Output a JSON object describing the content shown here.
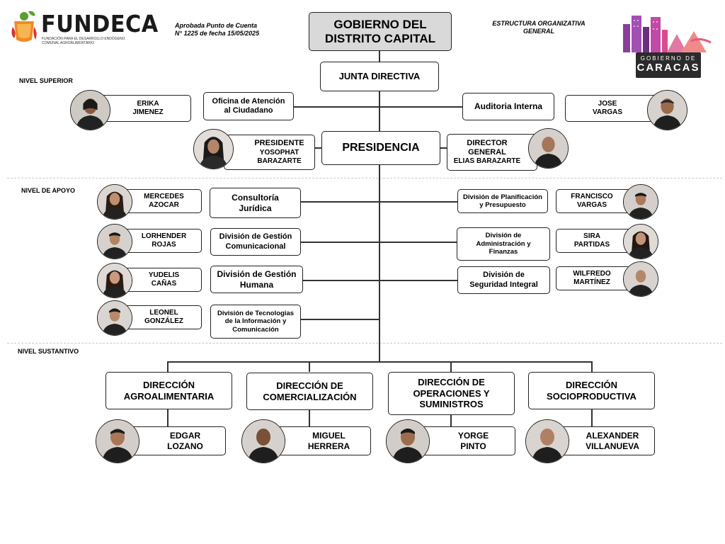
{
  "header": {
    "logo_text": "FUNDECA",
    "logo_subtitle": "FUNDACIÓN PARA EL DESARROLLO ENDÓGENO COMUNAL AGROALIMENTARIO",
    "approval_line1": "Aprobada Punto de Cuenta",
    "approval_line2": "N° 1225 de fecha 15/05/2025",
    "top_box_line1": "GOBIERNO DEL",
    "top_box_line2": "DISTRITO CAPITAL",
    "structure_line1": "ESTRUCTURA  ORGANIZATIVA",
    "structure_line2": "GENERAL",
    "right_logo_line1": "GOBIERNO DE",
    "right_logo_line2": "CARACAS"
  },
  "levels": {
    "superior": "NIVEL  SUPERIOR",
    "apoyo": "NIVEL DE APOYO",
    "sustantivo": "NIVEL SUSTANTIVO"
  },
  "units": {
    "junta": "JUNTA DIRECTIVA",
    "oac_1": "Oficina de Atención",
    "oac_2": "al Ciudadano",
    "auditoria": "Auditoria Interna",
    "presidencia": "PRESIDENCIA",
    "presidente_title": "PRESIDENTE",
    "presidente_1": "YOSOPHAT",
    "presidente_2": "BARAZARTE",
    "director_1": "DIRECTOR",
    "director_2": "GENERAL",
    "director_3": "ELIAS BARAZARTE",
    "consultoria_1": "Consultoría",
    "consultoria_2": "Jurídica",
    "comunicacional_1": "División de Gestión",
    "comunicacional_2": "Comunicacional",
    "humana_1": "División de Gestión",
    "humana_2": "Humana",
    "tecnologia_1": "División de Tecnologías",
    "tecnologia_2": "de la Información y",
    "tecnologia_3": "Comunicación",
    "planificacion_1": "División de Planificación",
    "planificacion_2": "y Presupuesto",
    "administracion_1": "División de",
    "administracion_2": "Administración y",
    "administracion_3": "Finanzas",
    "seguridad_1": "División de",
    "seguridad_2": "Seguridad Integral",
    "agro_1": "DIRECCIÓN",
    "agro_2": "AGROALIMENTARIA",
    "comer_1": "DIRECCIÓN DE",
    "comer_2": "COMERCIALIZACIÓN",
    "oper_1": "DIRECCIÓN DE",
    "oper_2": "OPERACIONES Y",
    "oper_3": "SUMINISTROS",
    "socio_1": "DIRECCIÓN",
    "socio_2": "SOCIOPRODUCTIVA"
  },
  "people": {
    "erika_1": "ERIKA",
    "erika_2": "JIMENEZ",
    "jose_1": "JOSE",
    "jose_2": "VARGAS",
    "mercedes_1": "MERCEDES",
    "mercedes_2": "AZOCAR",
    "lorhender_1": "LORHENDER",
    "lorhender_2": "ROJAS",
    "yudelis_1": "YUDELIS",
    "yudelis_2": "CAÑAS",
    "leonel_1": "LEONEL",
    "leonel_2": "GONZÁLEZ",
    "francisco_1": "FRANCISCO",
    "francisco_2": "VARGAS",
    "sira_1": "SIRA",
    "sira_2": "PARTIDAS",
    "wilfredo_1": "WILFREDO",
    "wilfredo_2": "MARTÍNEZ",
    "edgar_1": "EDGAR",
    "edgar_2": "LOZANO",
    "miguel_1": "MIGUEL",
    "miguel_2": "HERRERA",
    "yorge_1": "YORGE",
    "yorge_2": "PINTO",
    "alexander_1": "ALEXANDER",
    "alexander_2": "VILLANUEVA"
  },
  "colors": {
    "top_box_fill": "#d9d9d9",
    "logo_dark": "#1a1a1a",
    "logo_accent_orange": "#f08a24",
    "logo_accent_green": "#5aa02c",
    "caracas_purple": "#8a3d9b",
    "caracas_pink": "#d94b8c",
    "caracas_badge": "#2b2b2b"
  }
}
